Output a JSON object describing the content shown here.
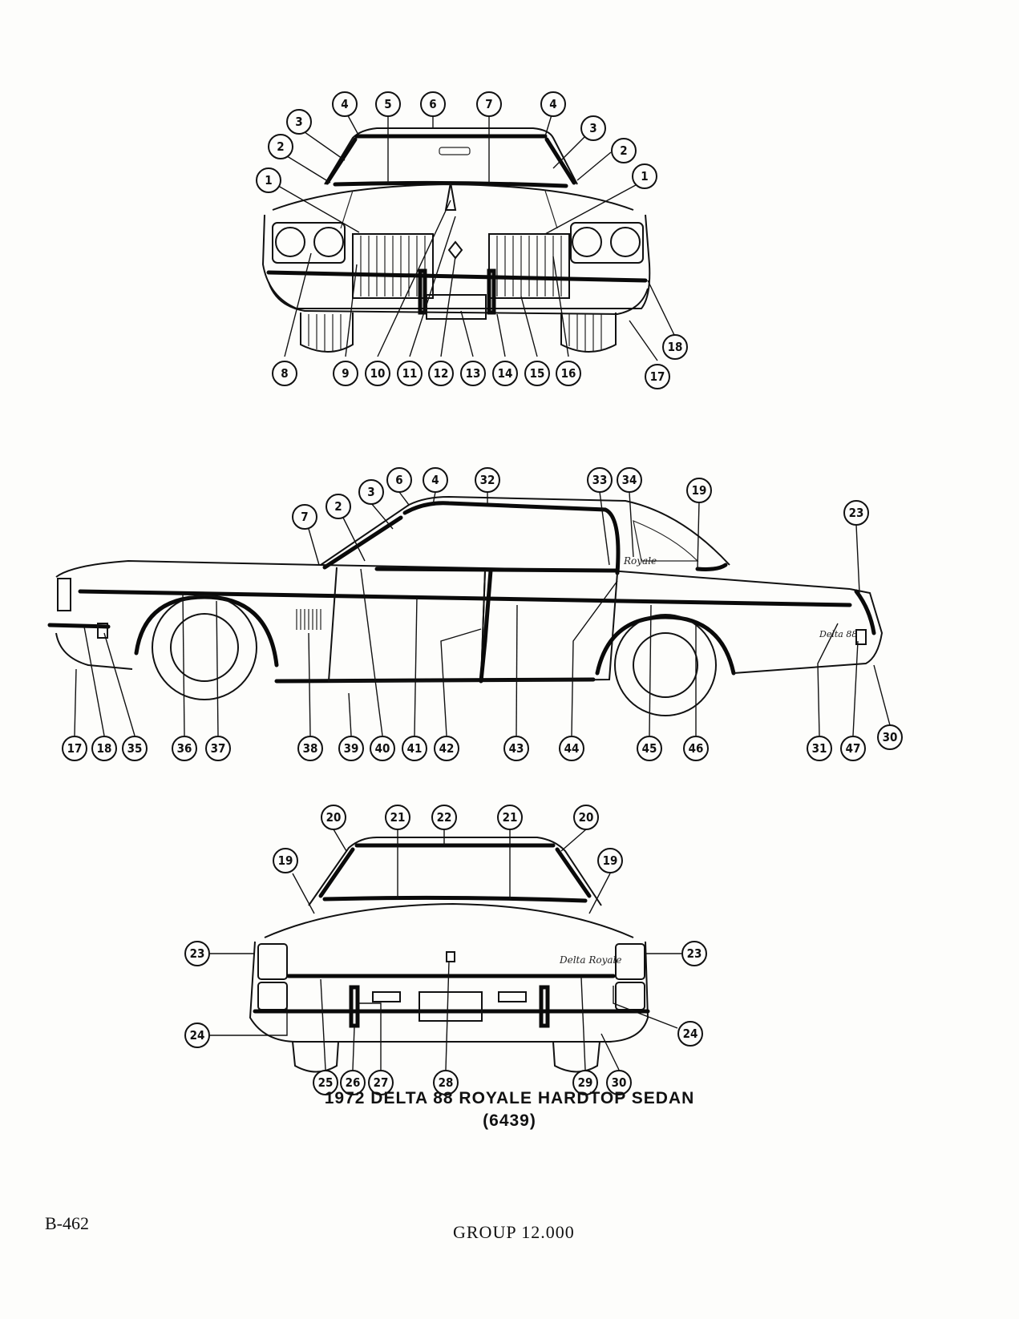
{
  "title": "1972 DELTA 88 ROYALE HARDTOP SEDAN",
  "model_code": "(6439)",
  "page_number": "B-462",
  "group": "GROUP 12.000",
  "badges": {
    "side_roof_script": "Royale",
    "side_fender_script": "Delta 88",
    "rear_deck_script": "Delta Royale"
  },
  "views": {
    "front": {
      "callouts": [
        "1",
        "2",
        "3",
        "4",
        "5",
        "6",
        "7",
        "4",
        "3",
        "2",
        "1",
        "8",
        "9",
        "10",
        "11",
        "12",
        "13",
        "14",
        "15",
        "16",
        "17",
        "18"
      ]
    },
    "side": {
      "callouts": [
        "6",
        "4",
        "32",
        "33",
        "34",
        "19",
        "23",
        "7",
        "2",
        "3",
        "17",
        "18",
        "35",
        "36",
        "37",
        "38",
        "39",
        "40",
        "41",
        "42",
        "43",
        "44",
        "45",
        "46",
        "31",
        "47",
        "30"
      ]
    },
    "rear": {
      "callouts": [
        "20",
        "21",
        "22",
        "21",
        "20",
        "19",
        "19",
        "23",
        "23",
        "24",
        "24",
        "25",
        "26",
        "27",
        "28",
        "29",
        "30"
      ]
    }
  }
}
